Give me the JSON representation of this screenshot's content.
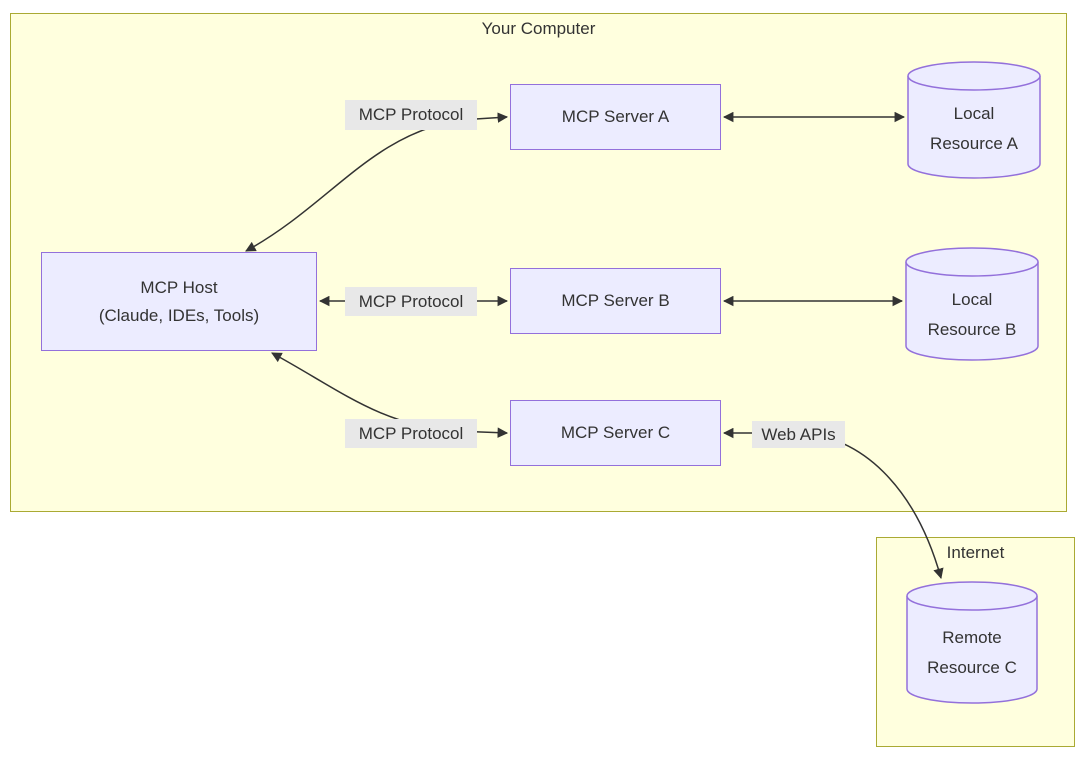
{
  "colors": {
    "page_background": "#ffffff",
    "cluster_fill": "#ffffde",
    "cluster_border": "#aaaa33",
    "node_fill": "#ececff",
    "node_border": "#9370db",
    "edge_color": "#333333",
    "edge_label_background": "#e8e8e8",
    "text": "#333333"
  },
  "containers": {
    "your_computer": {
      "title": "Your Computer"
    },
    "internet": {
      "title": "Internet"
    }
  },
  "nodes": {
    "mcp_host": {
      "line1": "MCP Host",
      "line2": "(Claude, IDEs, Tools)"
    },
    "mcp_server_a": {
      "label": "MCP Server A"
    },
    "mcp_server_b": {
      "label": "MCP Server B"
    },
    "mcp_server_c": {
      "label": "MCP Server C"
    },
    "local_resource_a": {
      "line1": "Local",
      "line2": "Resource A"
    },
    "local_resource_b": {
      "line1": "Local",
      "line2": "Resource B"
    },
    "remote_resource_c": {
      "line1": "Remote",
      "line2": "Resource C"
    }
  },
  "edge_labels": {
    "protocol_a": "MCP Protocol",
    "protocol_b": "MCP Protocol",
    "protocol_c": "MCP Protocol",
    "web_apis": "Web APIs"
  },
  "edges": [
    {
      "from": "mcp_host",
      "to": "mcp_server_a",
      "label": "MCP Protocol",
      "bidirectional": true
    },
    {
      "from": "mcp_host",
      "to": "mcp_server_b",
      "label": "MCP Protocol",
      "bidirectional": true
    },
    {
      "from": "mcp_host",
      "to": "mcp_server_c",
      "label": "MCP Protocol",
      "bidirectional": true
    },
    {
      "from": "mcp_server_a",
      "to": "local_resource_a",
      "label": "",
      "bidirectional": true
    },
    {
      "from": "mcp_server_b",
      "to": "local_resource_b",
      "label": "",
      "bidirectional": true
    },
    {
      "from": "mcp_server_c",
      "to": "remote_resource_c",
      "label": "Web APIs",
      "bidirectional": true
    }
  ]
}
